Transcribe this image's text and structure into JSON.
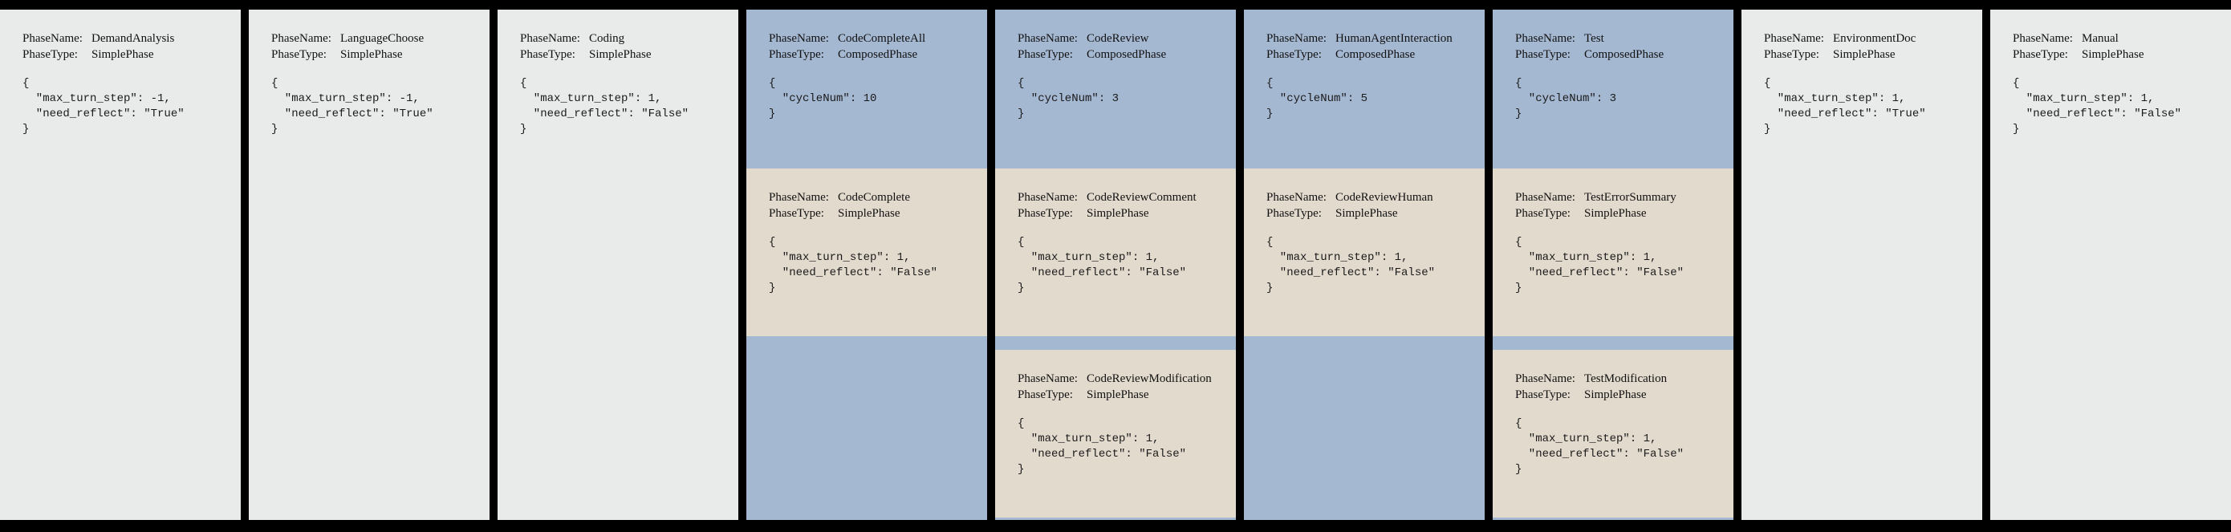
{
  "labels": {
    "phase_name": "PhaseName:",
    "phase_type": "PhaseType:"
  },
  "colors": {
    "background": "#000000",
    "simple_phase_bg": "#e8ebea",
    "composed_phase_bg": "#a5b8d2",
    "sub_phase_bg": "#e3dace",
    "text": "#111111"
  },
  "columns": [
    {
      "kind": "simple",
      "phase_name": "DemandAnalysis",
      "phase_type": "SimplePhase",
      "json": "{\n  \"max_turn_step\": -1,\n  \"need_reflect\": \"True\"\n}",
      "sub_phases": []
    },
    {
      "kind": "simple",
      "phase_name": "LanguageChoose",
      "phase_type": "SimplePhase",
      "json": "{\n  \"max_turn_step\": -1,\n  \"need_reflect\": \"True\"\n}",
      "sub_phases": []
    },
    {
      "kind": "simple",
      "phase_name": "Coding",
      "phase_type": "SimplePhase",
      "json": "{\n  \"max_turn_step\": 1,\n  \"need_reflect\": \"False\"\n}",
      "sub_phases": []
    },
    {
      "kind": "composed",
      "phase_name": "CodeCompleteAll",
      "phase_type": "ComposedPhase",
      "json": "{\n  \"cycleNum\": 10\n}",
      "sub_phases": [
        {
          "phase_name": "CodeComplete",
          "phase_type": "SimplePhase",
          "json": "{\n  \"max_turn_step\": 1,\n  \"need_reflect\": \"False\"\n}"
        }
      ]
    },
    {
      "kind": "composed",
      "phase_name": "CodeReview",
      "phase_type": "ComposedPhase",
      "json": "{\n  \"cycleNum\": 3\n}",
      "sub_phases": [
        {
          "phase_name": "CodeReviewComment",
          "phase_type": "SimplePhase",
          "json": "{\n  \"max_turn_step\": 1,\n  \"need_reflect\": \"False\"\n}"
        },
        {
          "phase_name": "CodeReviewModification",
          "phase_type": "SimplePhase",
          "json": "{\n  \"max_turn_step\": 1,\n  \"need_reflect\": \"False\"\n}"
        }
      ]
    },
    {
      "kind": "composed",
      "phase_name": "HumanAgentInteraction",
      "phase_type": "ComposedPhase",
      "json": "{\n  \"cycleNum\": 5\n}",
      "sub_phases": [
        {
          "phase_name": "CodeReviewHuman",
          "phase_type": "SimplePhase",
          "json": "{\n  \"max_turn_step\": 1,\n  \"need_reflect\": \"False\"\n}"
        }
      ]
    },
    {
      "kind": "composed",
      "phase_name": "Test",
      "phase_type": "ComposedPhase",
      "json": "{\n  \"cycleNum\": 3\n}",
      "sub_phases": [
        {
          "phase_name": "TestErrorSummary",
          "phase_type": "SimplePhase",
          "json": "{\n  \"max_turn_step\": 1,\n  \"need_reflect\": \"False\"\n}"
        },
        {
          "phase_name": "TestModification",
          "phase_type": "SimplePhase",
          "json": "{\n  \"max_turn_step\": 1,\n  \"need_reflect\": \"False\"\n}"
        }
      ]
    },
    {
      "kind": "simple",
      "phase_name": "EnvironmentDoc",
      "phase_type": "SimplePhase",
      "json": "{\n  \"max_turn_step\": 1,\n  \"need_reflect\": \"True\"\n}",
      "sub_phases": []
    },
    {
      "kind": "simple",
      "phase_name": "Manual",
      "phase_type": "SimplePhase",
      "json": "{\n  \"max_turn_step\": 1,\n  \"need_reflect\": \"False\"\n}",
      "sub_phases": []
    }
  ]
}
